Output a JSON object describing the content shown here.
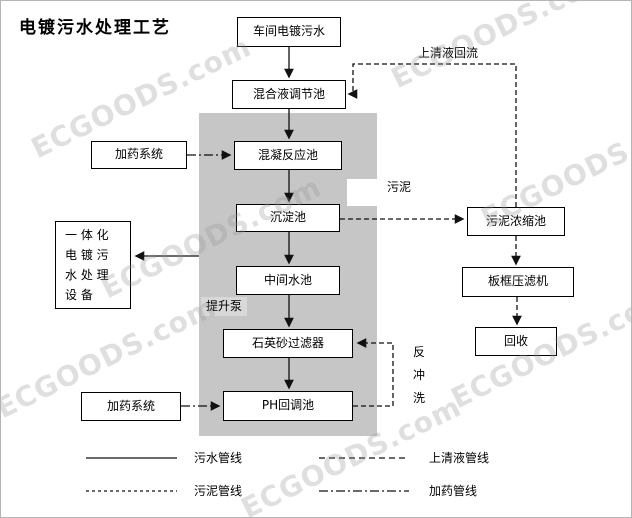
{
  "title": "电镀污水处理工艺",
  "watermark": "ECGOODS.com",
  "nodes": {
    "workshop": "车间电镀污水",
    "mixing": "混合液调节池",
    "coagulation": "混凝反应池",
    "sedimentation": "沉淀池",
    "intermediate": "中间水池",
    "quartz_filter": "石英砂过滤器",
    "ph_tank": "PH回调池",
    "dosing_top": "加药系统",
    "dosing_bottom": "加药系统",
    "integrated_unit": "一 体 化\n电 镀 污\n水 处 理\n设 备",
    "sludge_thickener": "污泥浓缩池",
    "filter_press": "板框压滤机",
    "recycle": "回收"
  },
  "labels": {
    "supernatant_return": "上清液回流",
    "sludge": "污泥",
    "lift_pump": "提升泵",
    "backwash": "反\n冲\n洗"
  },
  "legend": {
    "wastewater_line": "污水管线",
    "sludge_line": "污泥管线",
    "supernatant_line": "上清液管线",
    "dosing_line": "加药管线"
  }
}
